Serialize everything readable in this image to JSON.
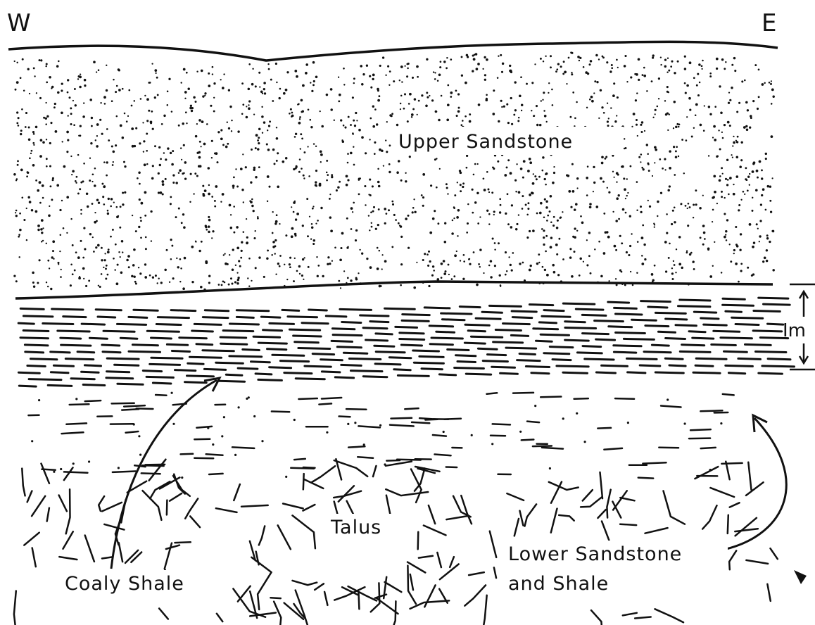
{
  "figure": {
    "direction_west": "W",
    "direction_east": "E",
    "scale_label": "Im",
    "labels": {
      "upper_sandstone": "Upper Sandstone",
      "talus": "Talus",
      "coaly_shale": "Coaly Shale",
      "lower_sandstone_line1": "Lower Sandstone",
      "lower_sandstone_line2": "and Shale"
    },
    "colors": {
      "ink": "#111111",
      "paper": "#ffffff"
    }
  }
}
